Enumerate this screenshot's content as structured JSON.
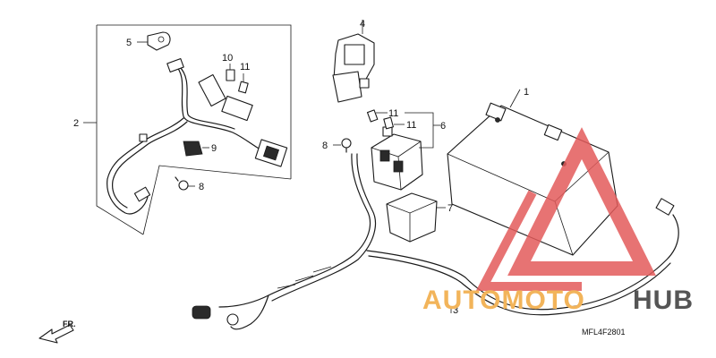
{
  "callouts": {
    "c1": "1",
    "c2": "2",
    "c3": "3",
    "c4": "4",
    "c5": "5",
    "c6": "6",
    "c7": "7",
    "c8a": "8",
    "c8b": "8",
    "c9": "9",
    "c10": "10",
    "c11a": "11",
    "c11b": "11",
    "c11c": "11"
  },
  "diagram_code": "MFL4F2801",
  "front_arrow": "FR.",
  "watermark": {
    "part_a": "AUTOMOTO",
    "part_b": "HUB",
    "accent_color": "#f2b45a",
    "triangle_color": "#e35a5a"
  }
}
